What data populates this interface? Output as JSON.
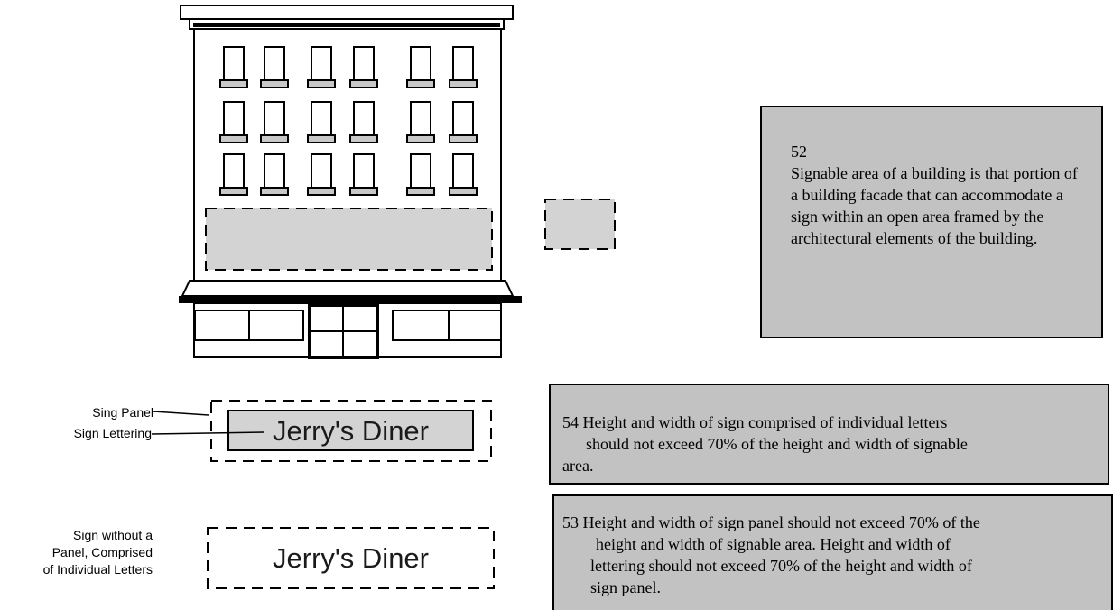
{
  "notes": {
    "n52": {
      "number": "52",
      "text": "Signable area of a building is that portion of a building facade that can accommodate a sign within an open area framed by the architectural elements of the building."
    },
    "n54": {
      "lines": [
        "54  Height and width of sign comprised of individual letters",
        "should not exceed 70% of the height and width of signable",
        "area."
      ]
    },
    "n53": {
      "lines": [
        "53  Height and width of sign panel should not exceed 70% of the",
        "height and width of signable area. Height and width of",
        "lettering should not exceed 70% of the height and width of",
        "sign panel."
      ]
    }
  },
  "callouts": {
    "sign_panel": "Sing Panel",
    "sign_lettering": "Sign Lettering",
    "no_panel_lines": [
      "Sign without a",
      "Panel, Comprised",
      "of Individual Letters"
    ]
  },
  "signs": {
    "with_panel": "Jerry's Diner",
    "without_panel": "Jerry's Diner"
  },
  "colors": {
    "note_fill": "#c2c2c2",
    "signable_fill": "#d3d3d3",
    "line": "#000000"
  }
}
